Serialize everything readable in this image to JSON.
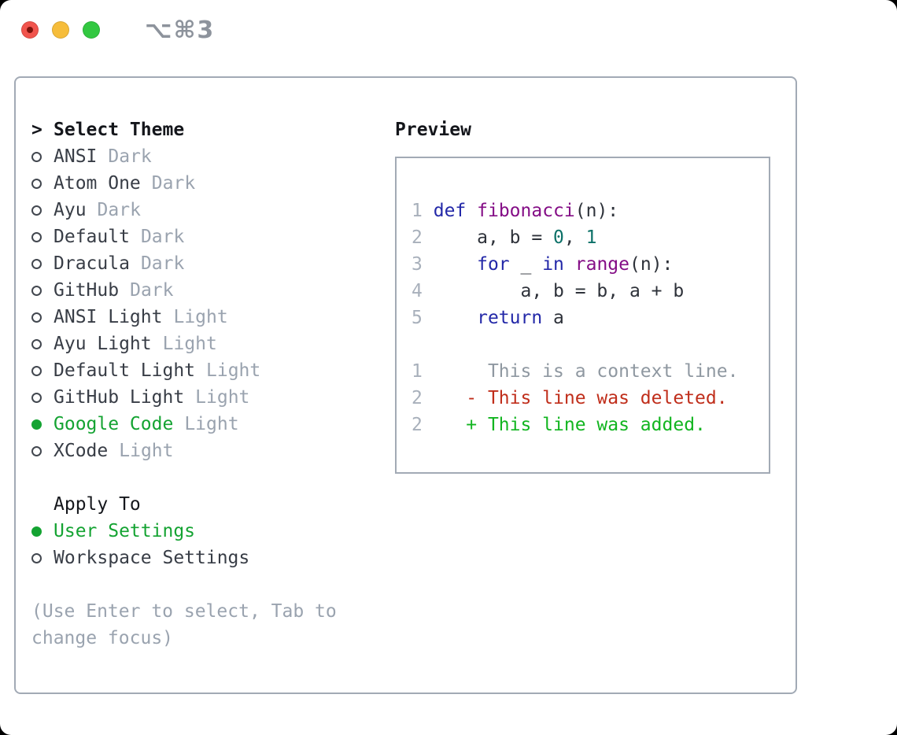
{
  "window": {
    "title": "⌥⌘3",
    "traffic_lights": [
      "close",
      "minimize",
      "zoom"
    ]
  },
  "theme_picker": {
    "header": {
      "prompt": ">",
      "label": "Select Theme"
    },
    "items": [
      {
        "name": "ANSI",
        "variant": "Dark",
        "selected": false
      },
      {
        "name": "Atom One",
        "variant": "Dark",
        "selected": false
      },
      {
        "name": "Ayu",
        "variant": "Dark",
        "selected": false
      },
      {
        "name": "Default",
        "variant": "Dark",
        "selected": false
      },
      {
        "name": "Dracula",
        "variant": "Dark",
        "selected": false
      },
      {
        "name": "GitHub",
        "variant": "Dark",
        "selected": false
      },
      {
        "name": "ANSI Light",
        "variant": "Light",
        "selected": false
      },
      {
        "name": "Ayu Light",
        "variant": "Light",
        "selected": false
      },
      {
        "name": "Default Light",
        "variant": "Light",
        "selected": false
      },
      {
        "name": "GitHub Light",
        "variant": "Light",
        "selected": false
      },
      {
        "name": "Google Code",
        "variant": "Light",
        "selected": true
      },
      {
        "name": "XCode",
        "variant": "Light",
        "selected": false
      }
    ],
    "apply_to": {
      "label": "Apply To",
      "options": [
        {
          "name": "User Settings",
          "selected": true
        },
        {
          "name": "Workspace Settings",
          "selected": false
        }
      ]
    },
    "help": "(Use Enter to select, Tab to change focus)"
  },
  "preview": {
    "label": "Preview",
    "code_lines": [
      {
        "num": "1",
        "tokens": [
          {
            "c": "kw",
            "t": "def"
          },
          {
            "c": "pl",
            "t": " "
          },
          {
            "c": "nm",
            "t": "fibonacci"
          },
          {
            "c": "pl",
            "t": "(n):"
          }
        ]
      },
      {
        "num": "2",
        "tokens": [
          {
            "c": "pl",
            "t": "    a, b = "
          },
          {
            "c": "lit",
            "t": "0"
          },
          {
            "c": "pl",
            "t": ", "
          },
          {
            "c": "lit",
            "t": "1"
          }
        ]
      },
      {
        "num": "3",
        "tokens": [
          {
            "c": "pl",
            "t": "    "
          },
          {
            "c": "kw",
            "t": "for"
          },
          {
            "c": "pl",
            "t": " _ "
          },
          {
            "c": "kw",
            "t": "in"
          },
          {
            "c": "pl",
            "t": " "
          },
          {
            "c": "nm",
            "t": "range"
          },
          {
            "c": "pl",
            "t": "(n):"
          }
        ]
      },
      {
        "num": "4",
        "tokens": [
          {
            "c": "pl",
            "t": "        a, b = b, a + b"
          }
        ]
      },
      {
        "num": "5",
        "tokens": [
          {
            "c": "pl",
            "t": "    "
          },
          {
            "c": "kw",
            "t": "return"
          },
          {
            "c": "pl",
            "t": " a"
          }
        ]
      }
    ],
    "diff_lines": [
      {
        "num": "1",
        "kind": "context",
        "marker": "",
        "body": "      This is a context line."
      },
      {
        "num": "2",
        "kind": "deleted",
        "marker": "-",
        "body": "    - This line was deleted."
      },
      {
        "num": "2",
        "kind": "added",
        "marker": "+",
        "body": "    + This line was added."
      }
    ]
  },
  "colors": {
    "accent": "#14a332",
    "deleted": "#c02e1b",
    "added": "#12b520",
    "keyword": "#2328a8",
    "name": "#840d86",
    "literal": "#0c7168",
    "plain": "#2e323a",
    "text": "#383d46",
    "heading": "#14161b",
    "muted": "#9aa3af",
    "border": "#a2aab5",
    "gutter": "#a8b0bb",
    "context": "#8f98a1",
    "title_gray": "#8d939c",
    "traffic_red": "#f1544d",
    "traffic_red_dot": "#7e120b",
    "traffic_yellow": "#f6bd3b",
    "traffic_green": "#32c841"
  }
}
